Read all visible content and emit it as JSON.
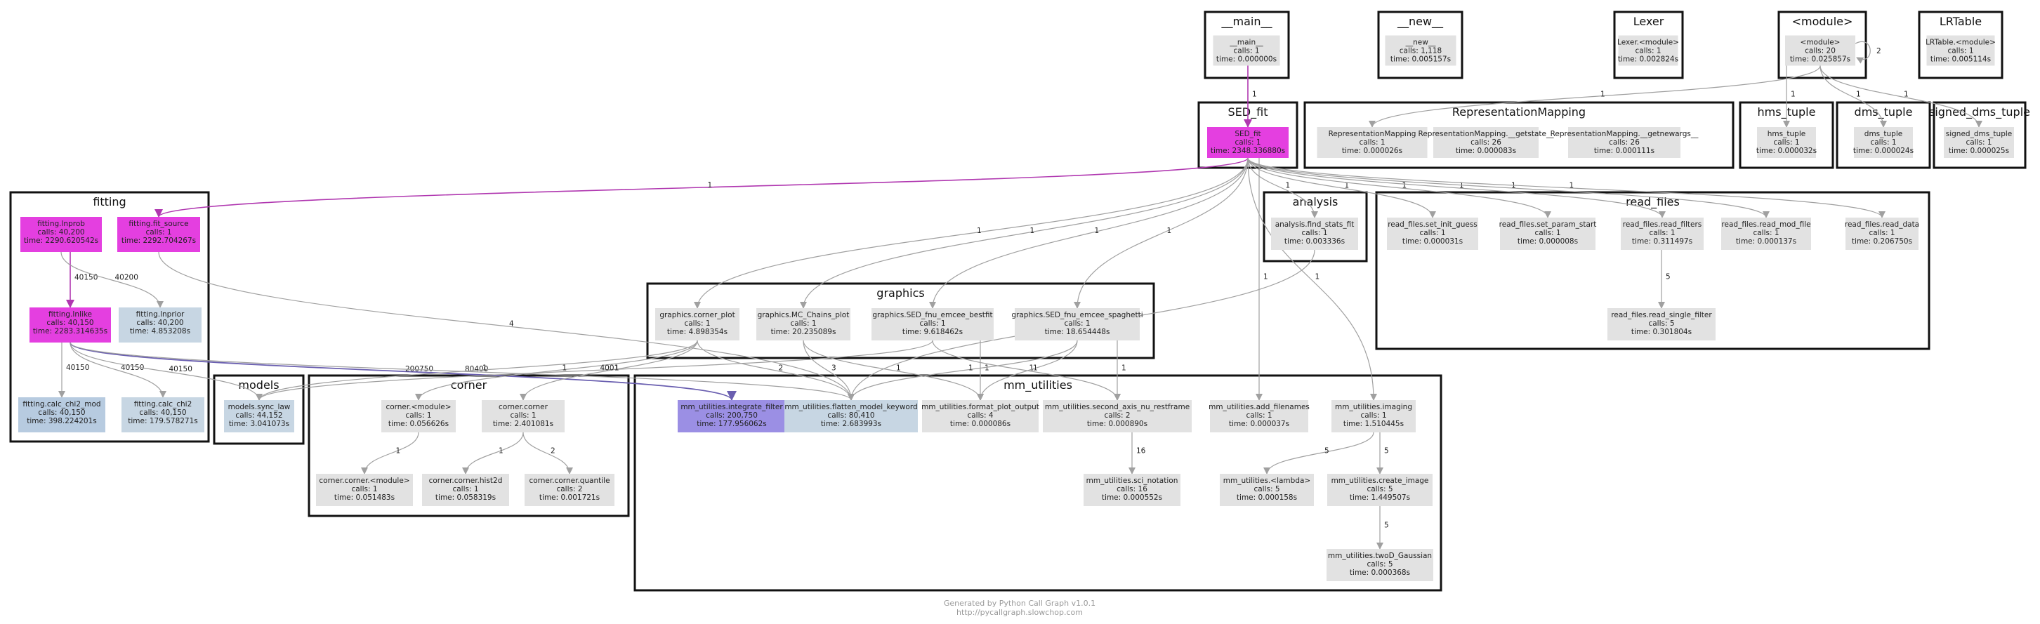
{
  "colors": {
    "node_gray": "#e2e2e2",
    "node_magenta": "#e43fe0",
    "node_purple": "#9b8fe4",
    "node_lightblue": "#c7d6e3",
    "node_steelblue": "#b7cbe0",
    "edge_gray": "#a0a0a0",
    "edge_magenta": "#b037b0",
    "edge_purple": "#6a5fb0"
  },
  "clusters": [
    {
      "id": "c_main",
      "title": "__main__"
    },
    {
      "id": "c_new",
      "title": "__new__"
    },
    {
      "id": "c_lexer",
      "title": "Lexer"
    },
    {
      "id": "c_module",
      "title": "<module>"
    },
    {
      "id": "c_lrtable",
      "title": "LRTable"
    },
    {
      "id": "c_sedfit",
      "title": "SED_fit"
    },
    {
      "id": "c_repmap",
      "title": "RepresentationMapping"
    },
    {
      "id": "c_hms",
      "title": "hms_tuple"
    },
    {
      "id": "c_dms",
      "title": "dms_tuple"
    },
    {
      "id": "c_sdms",
      "title": "signed_dms_tuple"
    },
    {
      "id": "c_fitting",
      "title": "fitting"
    },
    {
      "id": "c_analysis",
      "title": "analysis"
    },
    {
      "id": "c_readfiles",
      "title": "read_files"
    },
    {
      "id": "c_graphics",
      "title": "graphics"
    },
    {
      "id": "c_models",
      "title": "models"
    },
    {
      "id": "c_corner",
      "title": "corner"
    },
    {
      "id": "c_mmutil",
      "title": "mm_utilities"
    }
  ],
  "nodes": [
    {
      "id": "n_main",
      "style": "gray",
      "lines": [
        "__main__",
        "calls: 1",
        "time: 0.000000s"
      ]
    },
    {
      "id": "n_new",
      "style": "gray",
      "lines": [
        "__new__",
        "calls: 1,118",
        "time: 0.005157s"
      ]
    },
    {
      "id": "n_lexer",
      "style": "gray",
      "lines": [
        "Lexer.<module>",
        "calls: 1",
        "time: 0.002824s"
      ]
    },
    {
      "id": "n_module",
      "style": "gray",
      "lines": [
        "<module>",
        "calls: 20",
        "time: 0.025857s"
      ]
    },
    {
      "id": "n_lrtable",
      "style": "gray",
      "lines": [
        "LRTable.<module>",
        "calls: 1",
        "time: 0.005114s"
      ]
    },
    {
      "id": "n_sedfit",
      "style": "magenta",
      "lines": [
        "SED_fit",
        "calls: 1",
        "time: 2348.336880s"
      ]
    },
    {
      "id": "n_rm1",
      "style": "gray",
      "lines": [
        "RepresentationMapping",
        "calls: 1",
        "time: 0.000026s"
      ]
    },
    {
      "id": "n_rm2",
      "style": "gray",
      "lines": [
        "RepresentationMapping.__getstate__",
        "calls: 26",
        "time: 0.000083s"
      ]
    },
    {
      "id": "n_rm3",
      "style": "gray",
      "lines": [
        "RepresentationMapping.__getnewargs__",
        "calls: 26",
        "time: 0.000111s"
      ]
    },
    {
      "id": "n_hms",
      "style": "gray",
      "lines": [
        "hms_tuple",
        "calls: 1",
        "time: 0.000032s"
      ]
    },
    {
      "id": "n_dms",
      "style": "gray",
      "lines": [
        "dms_tuple",
        "calls: 1",
        "time: 0.000024s"
      ]
    },
    {
      "id": "n_sdms",
      "style": "gray",
      "lines": [
        "signed_dms_tuple",
        "calls: 1",
        "time: 0.000025s"
      ]
    },
    {
      "id": "n_lnprob",
      "style": "magenta",
      "lines": [
        "fitting.lnprob",
        "calls: 40,200",
        "time: 2290.620542s"
      ]
    },
    {
      "id": "n_fitsource",
      "style": "magenta",
      "lines": [
        "fitting.fit_source",
        "calls: 1",
        "time: 2292.704267s"
      ]
    },
    {
      "id": "n_lnlike",
      "style": "magenta",
      "lines": [
        "fitting.lnlike",
        "calls: 40,150",
        "time: 2283.314635s"
      ]
    },
    {
      "id": "n_lnprior",
      "style": "lightblue",
      "lines": [
        "fitting.lnprior",
        "calls: 40,200",
        "time: 4.853208s"
      ]
    },
    {
      "id": "n_chi2mod",
      "style": "steelblue",
      "lines": [
        "fitting.calc_chi2_mod",
        "calls: 40,150",
        "time: 398.224201s"
      ]
    },
    {
      "id": "n_chi2",
      "style": "lightblue",
      "lines": [
        "fitting.calc_chi2",
        "calls: 40,150",
        "time: 179.578271s"
      ]
    },
    {
      "id": "n_findstats",
      "style": "gray",
      "lines": [
        "analysis.find_stats_fit",
        "calls: 1",
        "time: 0.003336s"
      ]
    },
    {
      "id": "n_rf_init",
      "style": "gray",
      "lines": [
        "read_files.set_init_guess",
        "calls: 1",
        "time: 0.000031s"
      ]
    },
    {
      "id": "n_rf_param",
      "style": "gray",
      "lines": [
        "read_files.set_param_start",
        "calls: 1",
        "time: 0.000008s"
      ]
    },
    {
      "id": "n_rf_filters",
      "style": "gray",
      "lines": [
        "read_files.read_filters",
        "calls: 1",
        "time: 0.311497s"
      ]
    },
    {
      "id": "n_rf_mod",
      "style": "gray",
      "lines": [
        "read_files.read_mod_file",
        "calls: 1",
        "time: 0.000137s"
      ]
    },
    {
      "id": "n_rf_data",
      "style": "gray",
      "lines": [
        "read_files.read_data",
        "calls: 1",
        "time: 0.206750s"
      ]
    },
    {
      "id": "n_rf_single",
      "style": "gray",
      "lines": [
        "read_files.read_single_filter",
        "calls: 5",
        "time: 0.301804s"
      ]
    },
    {
      "id": "n_g_corner",
      "style": "gray",
      "lines": [
        "graphics.corner_plot",
        "calls: 1",
        "time: 4.898354s"
      ]
    },
    {
      "id": "n_g_mc",
      "style": "gray",
      "lines": [
        "graphics.MC_Chains_plot",
        "calls: 1",
        "time: 20.235089s"
      ]
    },
    {
      "id": "n_g_best",
      "style": "gray",
      "lines": [
        "graphics.SED_fnu_emcee_bestfit",
        "calls: 1",
        "time: 9.618462s"
      ]
    },
    {
      "id": "n_g_spag",
      "style": "gray",
      "lines": [
        "graphics.SED_fnu_emcee_spaghetti",
        "calls: 1",
        "time: 18.654448s"
      ]
    },
    {
      "id": "n_synclaw",
      "style": "lightblue",
      "lines": [
        "models.sync_law",
        "calls: 44,152",
        "time: 3.041073s"
      ]
    },
    {
      "id": "n_c_module",
      "style": "gray",
      "lines": [
        "corner.<module>",
        "calls: 1",
        "time: 0.056626s"
      ]
    },
    {
      "id": "n_c_corner",
      "style": "gray",
      "lines": [
        "corner.corner",
        "calls: 1",
        "time: 2.401081s"
      ]
    },
    {
      "id": "n_c_cmod",
      "style": "gray",
      "lines": [
        "corner.corner.<module>",
        "calls: 1",
        "time: 0.051483s"
      ]
    },
    {
      "id": "n_c_hist",
      "style": "gray",
      "lines": [
        "corner.corner.hist2d",
        "calls: 1",
        "time: 0.058319s"
      ]
    },
    {
      "id": "n_c_quant",
      "style": "gray",
      "lines": [
        "corner.corner.quantile",
        "calls: 2",
        "time: 0.001721s"
      ]
    },
    {
      "id": "n_mm_int",
      "style": "purple",
      "lines": [
        "mm_utilities.integrate_filter",
        "calls: 200,750",
        "time: 177.956062s"
      ]
    },
    {
      "id": "n_mm_flat",
      "style": "lightblue",
      "lines": [
        "mm_utilities.flatten_model_keyword",
        "calls: 80,410",
        "time: 2.683993s"
      ]
    },
    {
      "id": "n_mm_fmt",
      "style": "gray",
      "lines": [
        "mm_utilities.format_plot_output",
        "calls: 4",
        "time: 0.000086s"
      ]
    },
    {
      "id": "n_mm_sec",
      "style": "gray",
      "lines": [
        "mm_utilities.second_axis_nu_restframe",
        "calls: 2",
        "time: 0.000890s"
      ]
    },
    {
      "id": "n_mm_add",
      "style": "gray",
      "lines": [
        "mm_utilities.add_filenames",
        "calls: 1",
        "time: 0.000037s"
      ]
    },
    {
      "id": "n_mm_img",
      "style": "gray",
      "lines": [
        "mm_utilities.imaging",
        "calls: 1",
        "time: 1.510445s"
      ]
    },
    {
      "id": "n_mm_sci",
      "style": "gray",
      "lines": [
        "mm_utilities.sci_notation",
        "calls: 16",
        "time: 0.000552s"
      ]
    },
    {
      "id": "n_mm_lam",
      "style": "gray",
      "lines": [
        "mm_utilities.<lambda>",
        "calls: 5",
        "time: 0.000158s"
      ]
    },
    {
      "id": "n_mm_create",
      "style": "gray",
      "lines": [
        "mm_utilities.create_image",
        "calls: 5",
        "time: 1.449507s"
      ]
    },
    {
      "id": "n_mm_gauss",
      "style": "gray",
      "lines": [
        "mm_utilities.twoD_Gaussian",
        "calls: 5",
        "time: 0.000368s"
      ]
    }
  ],
  "edges": [
    {
      "from": "n_main",
      "to": "n_sedfit",
      "label": "1",
      "style": "magenta"
    },
    {
      "from": "n_module",
      "to": "n_module",
      "label": "2",
      "style": "gray",
      "self": true
    },
    {
      "from": "n_module",
      "to": "n_rm1",
      "label": "1",
      "style": "gray"
    },
    {
      "from": "n_module",
      "to": "n_hms",
      "label": "1",
      "style": "gray"
    },
    {
      "from": "n_module",
      "to": "n_dms",
      "label": "1",
      "style": "gray"
    },
    {
      "from": "n_module",
      "to": "n_sdms",
      "label": "1",
      "style": "gray"
    },
    {
      "from": "n_sedfit",
      "to": "n_fitsource",
      "label": "1",
      "style": "magenta"
    },
    {
      "from": "n_sedfit",
      "to": "n_g_corner",
      "label": "1",
      "style": "gray"
    },
    {
      "from": "n_sedfit",
      "to": "n_g_mc",
      "label": "1",
      "style": "gray"
    },
    {
      "from": "n_sedfit",
      "to": "n_g_best",
      "label": "1",
      "style": "gray"
    },
    {
      "from": "n_sedfit",
      "to": "n_g_spag",
      "label": "1",
      "style": "gray"
    },
    {
      "from": "n_sedfit",
      "to": "n_findstats",
      "label": "1",
      "style": "gray"
    },
    {
      "from": "n_sedfit",
      "to": "n_rf_init",
      "label": "1",
      "style": "gray"
    },
    {
      "from": "n_sedfit",
      "to": "n_rf_param",
      "label": "1",
      "style": "gray"
    },
    {
      "from": "n_sedfit",
      "to": "n_rf_filters",
      "label": "1",
      "style": "gray"
    },
    {
      "from": "n_sedfit",
      "to": "n_rf_mod",
      "label": "1",
      "style": "gray"
    },
    {
      "from": "n_sedfit",
      "to": "n_rf_data",
      "label": "1",
      "style": "gray"
    },
    {
      "from": "n_sedfit",
      "to": "n_mm_add",
      "label": "1",
      "style": "gray"
    },
    {
      "from": "n_sedfit",
      "to": "n_mm_img",
      "label": "1",
      "style": "gray"
    },
    {
      "from": "n_rf_filters",
      "to": "n_rf_single",
      "label": "5",
      "style": "gray"
    },
    {
      "from": "n_findstats",
      "to": "n_mm_flat",
      "label": "1",
      "style": "gray"
    },
    {
      "from": "n_lnprob",
      "to": "n_lnlike",
      "label": "40150",
      "style": "magenta"
    },
    {
      "from": "n_lnprob",
      "to": "n_lnprior",
      "label": "40200",
      "style": "gray"
    },
    {
      "from": "n_fitsource",
      "to": "n_mm_flat",
      "label": "4",
      "style": "gray"
    },
    {
      "from": "n_lnlike",
      "to": "n_chi2mod",
      "label": "40150",
      "style": "gray"
    },
    {
      "from": "n_lnlike",
      "to": "n_chi2",
      "label": "40150",
      "style": "gray"
    },
    {
      "from": "n_lnlike",
      "to": "n_synclaw",
      "label": "40150",
      "style": "gray"
    },
    {
      "from": "n_lnlike",
      "to": "n_mm_int",
      "label": "200750",
      "style": "purple"
    },
    {
      "from": "n_lnlike",
      "to": "n_mm_flat",
      "label": "80400",
      "style": "gray"
    },
    {
      "from": "n_g_corner",
      "to": "n_synclaw",
      "label": "1",
      "style": "gray"
    },
    {
      "from": "n_g_corner",
      "to": "n_c_module",
      "label": "1",
      "style": "gray"
    },
    {
      "from": "n_g_corner",
      "to": "n_c_corner",
      "label": "1",
      "style": "gray"
    },
    {
      "from": "n_g_corner",
      "to": "n_mm_flat",
      "label": "2",
      "style": "gray"
    },
    {
      "from": "n_g_mc",
      "to": "n_mm_flat",
      "label": "3",
      "style": "gray"
    },
    {
      "from": "n_g_mc",
      "to": "n_mm_fmt",
      "label": "1",
      "style": "gray"
    },
    {
      "from": "n_g_best",
      "to": "n_synclaw",
      "label": "4001",
      "style": "gray"
    },
    {
      "from": "n_g_best",
      "to": "n_mm_fmt",
      "label": "1",
      "style": "gray"
    },
    {
      "from": "n_g_best",
      "to": "n_mm_sec",
      "label": "1",
      "style": "gray"
    },
    {
      "from": "n_g_spag",
      "to": "n_mm_fmt",
      "label": "1",
      "style": "gray"
    },
    {
      "from": "n_g_spag",
      "to": "n_mm_sec",
      "label": "1",
      "style": "gray"
    },
    {
      "from": "n_g_spag",
      "to": "n_mm_flat",
      "label": "1",
      "style": "gray"
    },
    {
      "from": "n_c_module",
      "to": "n_c_cmod",
      "label": "1",
      "style": "gray"
    },
    {
      "from": "n_c_corner",
      "to": "n_c_hist",
      "label": "1",
      "style": "gray"
    },
    {
      "from": "n_c_corner",
      "to": "n_c_quant",
      "label": "2",
      "style": "gray"
    },
    {
      "from": "n_mm_sec",
      "to": "n_mm_sci",
      "label": "16",
      "style": "gray"
    },
    {
      "from": "n_mm_img",
      "to": "n_mm_lam",
      "label": "5",
      "style": "gray"
    },
    {
      "from": "n_mm_img",
      "to": "n_mm_create",
      "label": "5",
      "style": "gray"
    },
    {
      "from": "n_mm_create",
      "to": "n_mm_gauss",
      "label": "5",
      "style": "gray"
    }
  ],
  "footer": {
    "line1": "Generated by Python Call Graph v1.0.1",
    "line2": "http://pycallgraph.slowchop.com"
  }
}
